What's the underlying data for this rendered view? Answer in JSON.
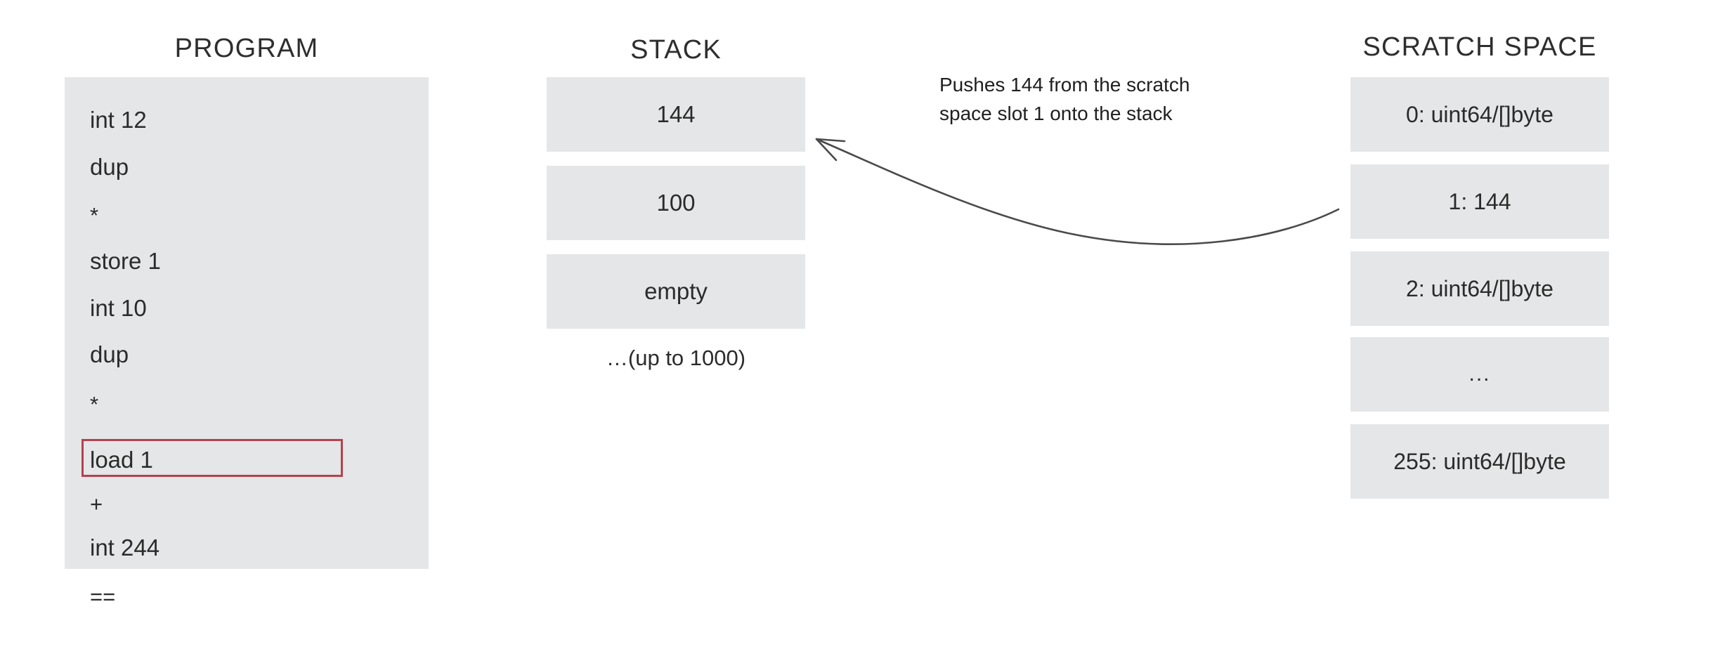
{
  "columns": {
    "program": {
      "title": "PROGRAM",
      "instructions": [
        {
          "text": "int 12",
          "highlighted": false
        },
        {
          "text": "dup",
          "highlighted": false
        },
        {
          "text": "*",
          "highlighted": false
        },
        {
          "text": "store 1",
          "highlighted": false
        },
        {
          "text": "int 10",
          "highlighted": false
        },
        {
          "text": "dup",
          "highlighted": false
        },
        {
          "text": "*",
          "highlighted": false
        },
        {
          "text": "load 1",
          "highlighted": true
        },
        {
          "text": "+",
          "highlighted": false
        },
        {
          "text": "int 244",
          "highlighted": false
        },
        {
          "text": "==",
          "highlighted": false
        }
      ],
      "highlight_color": "#b4424f",
      "panel_color": "#e4e6e8"
    },
    "stack": {
      "title": "STACK",
      "cells": [
        {
          "value": "144"
        },
        {
          "value": "100"
        },
        {
          "value": "empty"
        }
      ],
      "note": "…(up to 1000)",
      "cell_color": "#e4e6e8"
    },
    "scratch_space": {
      "title": "SCRATCH SPACE",
      "cells": [
        {
          "value": "0: uint64/[]byte"
        },
        {
          "value": "1: 144"
        },
        {
          "value": "2: uint64/[]byte"
        },
        {
          "value": "..."
        },
        {
          "value": "255: uint64/[]byte"
        }
      ],
      "cell_color": "#e4e6e8"
    }
  },
  "annotation": {
    "line1": "Pushes 144 from the scratch",
    "line2": "space slot 1 onto the stack",
    "arrow_color": "#4a4a4a"
  }
}
